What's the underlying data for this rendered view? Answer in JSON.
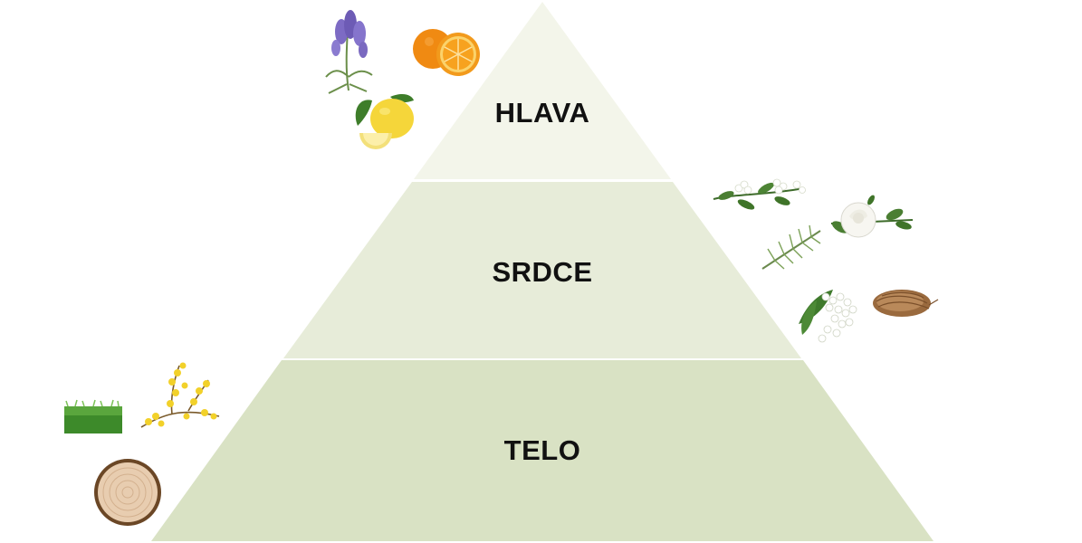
{
  "pyramid": {
    "tiers": [
      {
        "label": "HLAVA",
        "color": "#f3f5ea"
      },
      {
        "label": "SRDCE",
        "color": "#e7ecd9"
      },
      {
        "label": "TELO",
        "color": "#d9e2c4"
      }
    ],
    "label_color": "#111111"
  },
  "ingredients": {
    "top": [
      "lavender-icon",
      "orange-icon",
      "lemon-icon"
    ],
    "middle": [
      "jasmine-icon",
      "white-rose-icon",
      "pine-sprig-icon",
      "lily-of-the-valley-icon",
      "root-bundle-icon"
    ],
    "base": [
      "grass-patch-icon",
      "yellow-blossom-icon",
      "wood-slice-icon"
    ]
  }
}
